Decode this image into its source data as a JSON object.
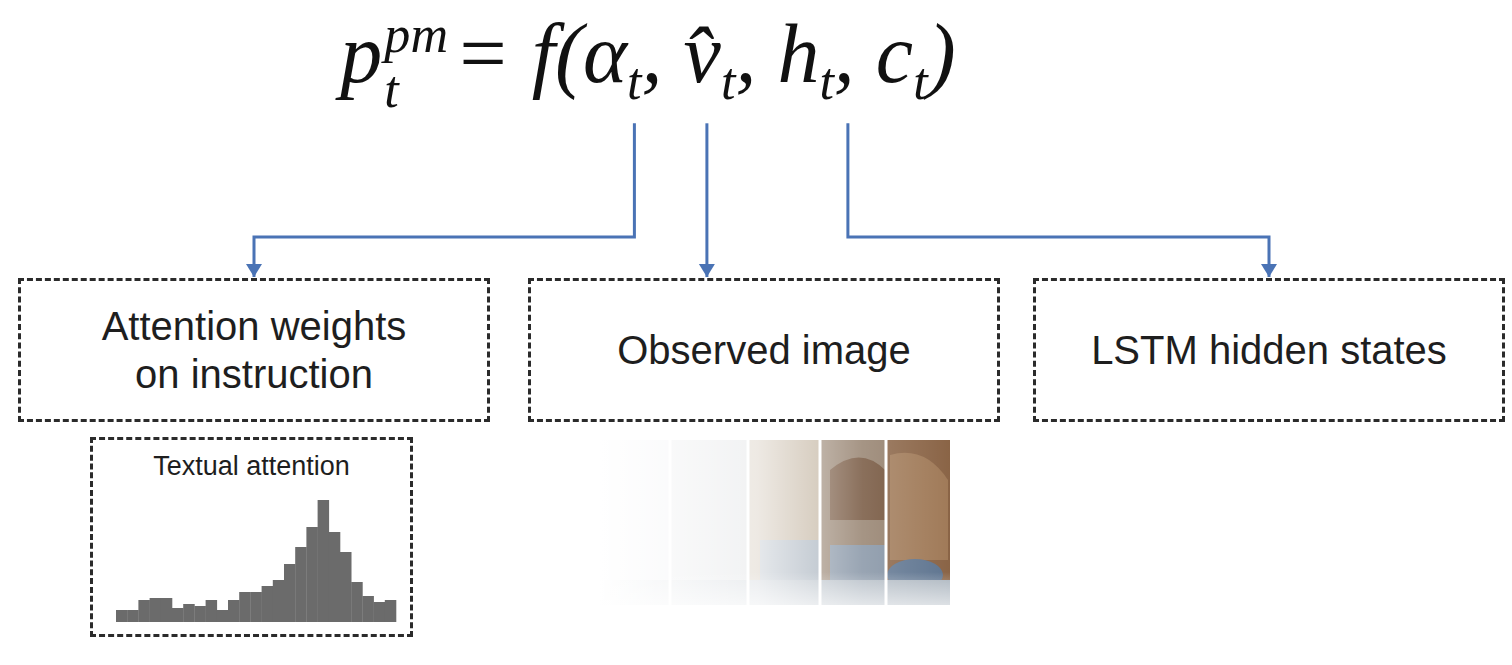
{
  "diagram": {
    "nodes": [
      {
        "text": [
          "Attention weights on instruction"
        ]
      },
      {
        "text": [
          "Observed image"
        ]
      },
      {
        "text": [
          "LSTM hidden states"
        ]
      },
      {
        "text": [
          "Textual attention"
        ]
      }
    ],
    "labels": [
      "p",
      "pm",
      "t",
      "= f(α",
      "t",
      ", v̂",
      "t",
      ", h",
      "t",
      ", c",
      "t",
      ")"
    ]
  }
}
